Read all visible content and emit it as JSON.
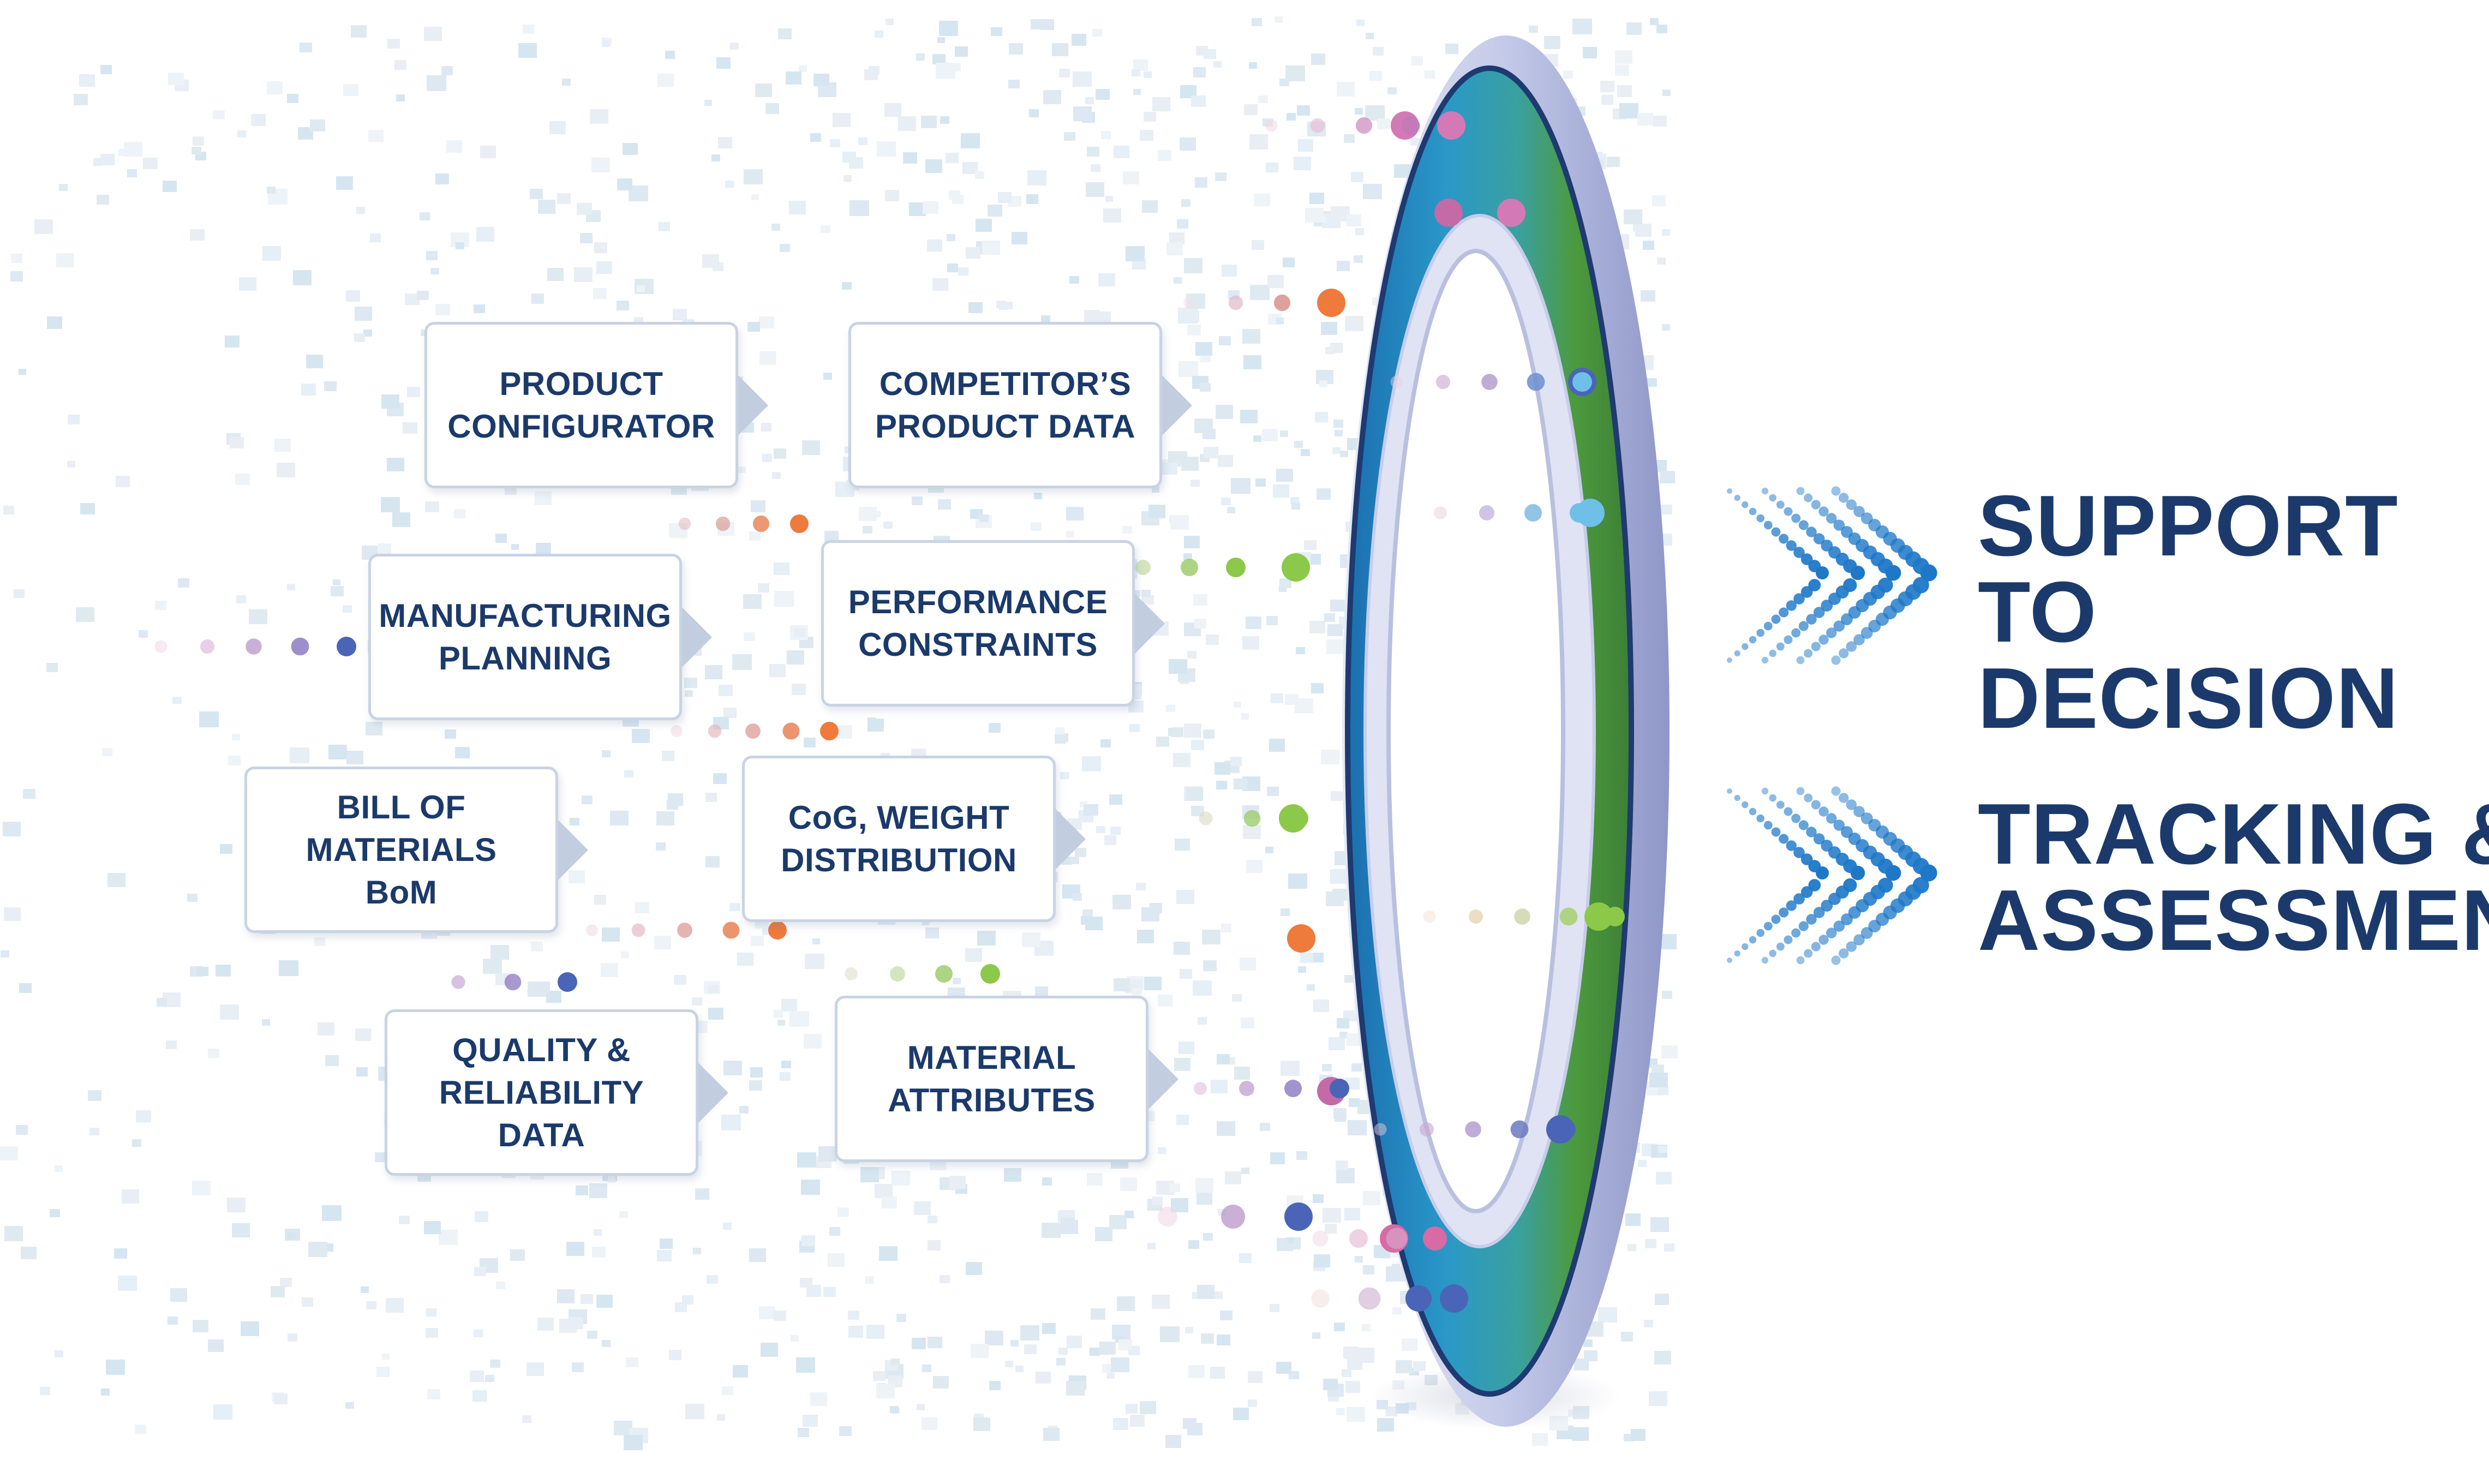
{
  "inputs": [
    {
      "id": "product-configurator",
      "label": "PRODUCT\nCONFIGURATOR"
    },
    {
      "id": "competitors-product-data",
      "label": "COMPETITOR’S\nPRODUCT DATA"
    },
    {
      "id": "manufacturing-planning",
      "label": "MANUFACTURING\nPLANNING"
    },
    {
      "id": "performance-constraints",
      "label": "PERFORMANCE\nCONSTRAINTS"
    },
    {
      "id": "bill-of-materials",
      "label": "BILL OF\nMATERIALS\nBoM"
    },
    {
      "id": "cog-weight-distribution",
      "label": "CoG, WEIGHT\nDISTRIBUTION"
    },
    {
      "id": "quality-reliability-data",
      "label": "QUALITY &\nRELIABILITY\nDATA"
    },
    {
      "id": "material-attributes",
      "label": "MATERIAL\nATTRIBUTES"
    }
  ],
  "outcomes": [
    {
      "id": "support-to-decision",
      "label": "SUPPORT TO\nDECISION"
    },
    {
      "id": "tracking-assessment",
      "label": "TRACKING &\nASSESSMENT"
    }
  ],
  "colors": {
    "text": "#1b3a6b",
    "box_border": "#c9d3e3",
    "ring_blue": "#1e7fc0",
    "ring_green": "#4c9a3e",
    "ring_rim": "#c7cde8",
    "chevron": "#1e78c8",
    "dot_palette": [
      "#e8c8dc",
      "#c79ac8",
      "#9a7cc0",
      "#4a64b8",
      "#ee7a3c",
      "#8cc84a",
      "#6ec0e8",
      "#d37ab6"
    ]
  },
  "icons": [
    "chevron-dots-icon",
    "data-ring-icon"
  ]
}
